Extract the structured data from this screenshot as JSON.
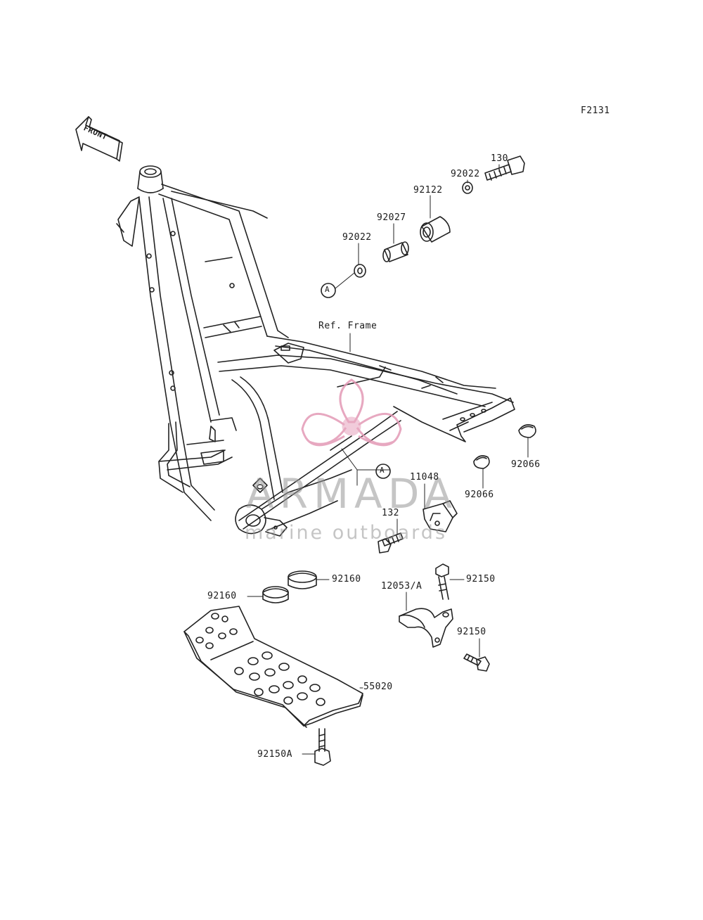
{
  "figure_code": "F2131",
  "front_label": "FRONT",
  "ref_frame_label": "Ref. Frame",
  "reference_marker": "A",
  "watermark": {
    "title": "ARMADA",
    "subtitle": "marine outboards",
    "color": "#e39ab6"
  },
  "part_numbers": {
    "bolt_top": "130",
    "washer_right": "92022",
    "bushing": "92122",
    "collar": "92027",
    "washer_left": "92022",
    "cap_right": "92066",
    "cap_lower": "92066",
    "bracket_part": "11048",
    "bolt_mid": "132",
    "cap_plate_right": "92160",
    "cap_plate_left": "92160",
    "bolt_clamp_top": "92150",
    "clamp": "12053/A",
    "bolt_clamp_bottom": "92150",
    "skid_plate": "55020",
    "bolt_plate": "92150A"
  }
}
